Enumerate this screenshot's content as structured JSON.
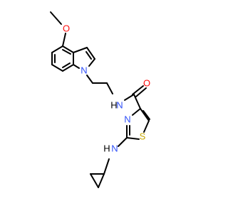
{
  "structure": {
    "atom_labels": {
      "methoxy_oxygen": "O",
      "methyl": "",
      "indole_nitrogen": "N",
      "amide_nitrogen": "N",
      "amide_hydrogen": "H",
      "carbonyl_oxygen": "O",
      "thiazole_nitrogen": "N",
      "thiazole_sulfur": "S",
      "amine_hydrogen": "H",
      "amine_nitrogen": "N"
    },
    "colors": {
      "bond": "#000000",
      "oxygen": "#ff0d0d",
      "nitrogen": "#3050f8",
      "sulfur": "#c6a600",
      "hydrogen": "#000000"
    }
  }
}
